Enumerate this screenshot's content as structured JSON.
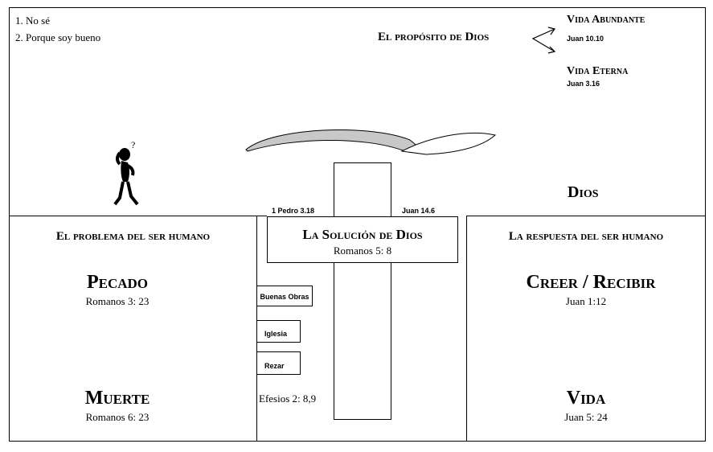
{
  "answers": [
    "1. No sé",
    "2. Porque soy bueno"
  ],
  "purpose": {
    "title": "El propósito de Dios",
    "abundant_life": "Vida Abundante",
    "abundant_ref": "Juan 10.10",
    "eternal_life": "Vida Eterna",
    "eternal_ref": "Juan 3.16"
  },
  "god_label": "Dios",
  "cross": {
    "ref_left": "1 Pedro 3.18",
    "ref_right": "Juan 14.6",
    "title": "La Solución de Dios",
    "ref": "Romanos 5: 8"
  },
  "works": [
    "Buenas Obras",
    "Iglesia",
    "Rezar"
  ],
  "works_ref": "Efesios 2: 8,9",
  "problem": {
    "header": "El problema del ser humano",
    "sin": "Pecado",
    "sin_ref": "Romanos 3: 23",
    "death": "Muerte",
    "death_ref": "Romanos 6: 23"
  },
  "response": {
    "header": "La respuesta del ser humano",
    "believe": "Creer / Recibir",
    "believe_ref": "Juan 1:12",
    "life": "Vida",
    "life_ref": "Juan 5: 24"
  },
  "colors": {
    "arrow_fill": "#c8c8c8",
    "line": "#000000"
  }
}
